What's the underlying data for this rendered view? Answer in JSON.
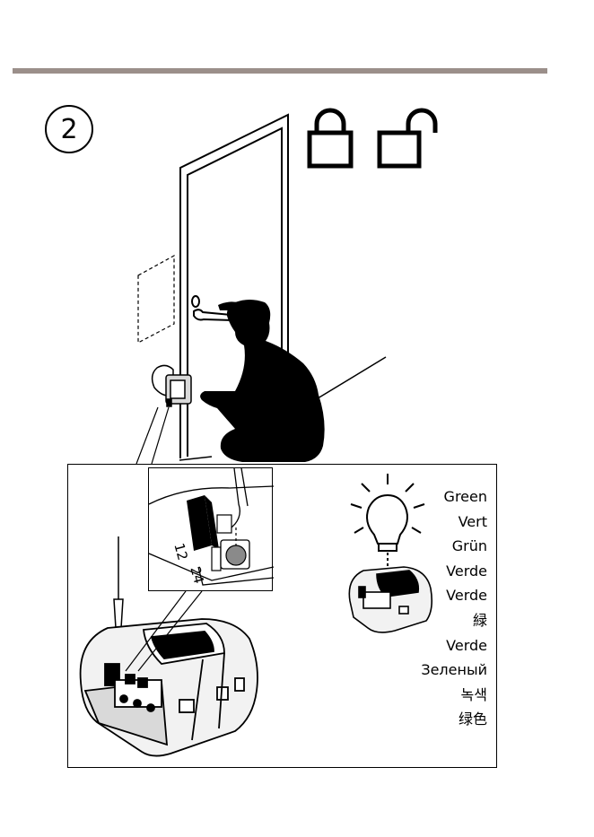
{
  "header": {
    "rule_color": "#9b8f8a"
  },
  "step": {
    "number": "2"
  },
  "icons": {
    "locked": "padlock-locked-icon",
    "unlocked": "padlock-unlocked-icon",
    "indicator": "light-bulb-icon",
    "tool": "screwdriver-icon"
  },
  "inset": {
    "terminal_12": "12",
    "terminal_24": "24"
  },
  "led_colors": [
    "Green",
    "Vert",
    "Grün",
    "Verde",
    "Verde",
    "緑",
    "Verde",
    "Зеленый",
    "녹색",
    "绿色"
  ],
  "colors": {
    "ink": "#000000",
    "device_shade": "#d9d9d9",
    "device_light": "#f2f2f2"
  }
}
